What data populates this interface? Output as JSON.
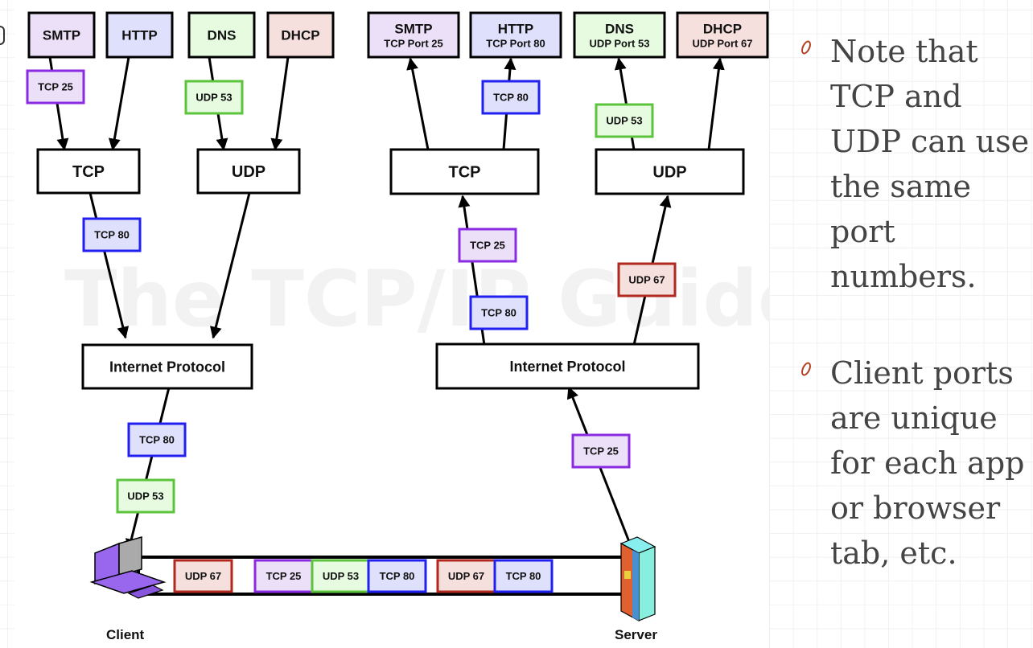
{
  "diagram": {
    "watermark": "The TCP/IP Guide",
    "client_side": {
      "apps": [
        {
          "label": "SMTP",
          "color": "purple"
        },
        {
          "label": "HTTP",
          "color": "blue"
        },
        {
          "label": "DNS",
          "color": "green"
        },
        {
          "label": "DHCP",
          "color": "red"
        }
      ],
      "transport": [
        "TCP",
        "UDP"
      ],
      "network": "Internet Protocol",
      "tags": {
        "smtp_to_tcp": "TCP 25",
        "dns_to_udp": "UDP 53",
        "tcp_to_ip": "TCP 80",
        "ip_to_client_1": "TCP 80",
        "ip_to_client_2": "UDP 53"
      },
      "host_label": "Client"
    },
    "server_side": {
      "apps": [
        {
          "label": "SMTP",
          "port": "TCP Port 25",
          "color": "purple"
        },
        {
          "label": "HTTP",
          "port": "TCP Port 80",
          "color": "blue"
        },
        {
          "label": "DNS",
          "port": "UDP Port 53",
          "color": "green"
        },
        {
          "label": "DHCP",
          "port": "UDP Port 67",
          "color": "red"
        }
      ],
      "transport": [
        "TCP",
        "UDP"
      ],
      "network": "Internet Protocol",
      "tags": {
        "tcp_to_http": "TCP 80",
        "udp_to_dns": "UDP 53",
        "ip_to_tcp_1": "TCP 25",
        "ip_to_tcp_2": "TCP 80",
        "ip_to_udp": "UDP 67",
        "server_to_ip": "TCP 25"
      },
      "host_label": "Server"
    },
    "wire_packets": [
      {
        "label": "UDP 67",
        "color": "red"
      },
      {
        "label": "TCP 25",
        "color": "purple"
      },
      {
        "label": "UDP 53",
        "color": "green"
      },
      {
        "label": "TCP 80",
        "color": "blue"
      },
      {
        "label": "UDP 67",
        "color": "red"
      },
      {
        "label": "TCP 80",
        "color": "blue"
      }
    ],
    "palette": {
      "purple": {
        "fill": "#ece0f8",
        "stroke": "#8a2be2"
      },
      "blue": {
        "fill": "#dfe0fb",
        "stroke": "#2020f0"
      },
      "green": {
        "fill": "#e6fbe0",
        "stroke": "#5cc43c"
      },
      "red": {
        "fill": "#f6e0de",
        "stroke": "#b0281e"
      }
    }
  },
  "notes": [
    "Note that TCP and UDP can use the same port numbers.",
    "Client ports are unique for each app or browser tab, etc."
  ],
  "colors": {
    "bullet": "#b0401f",
    "text": "#444444"
  }
}
